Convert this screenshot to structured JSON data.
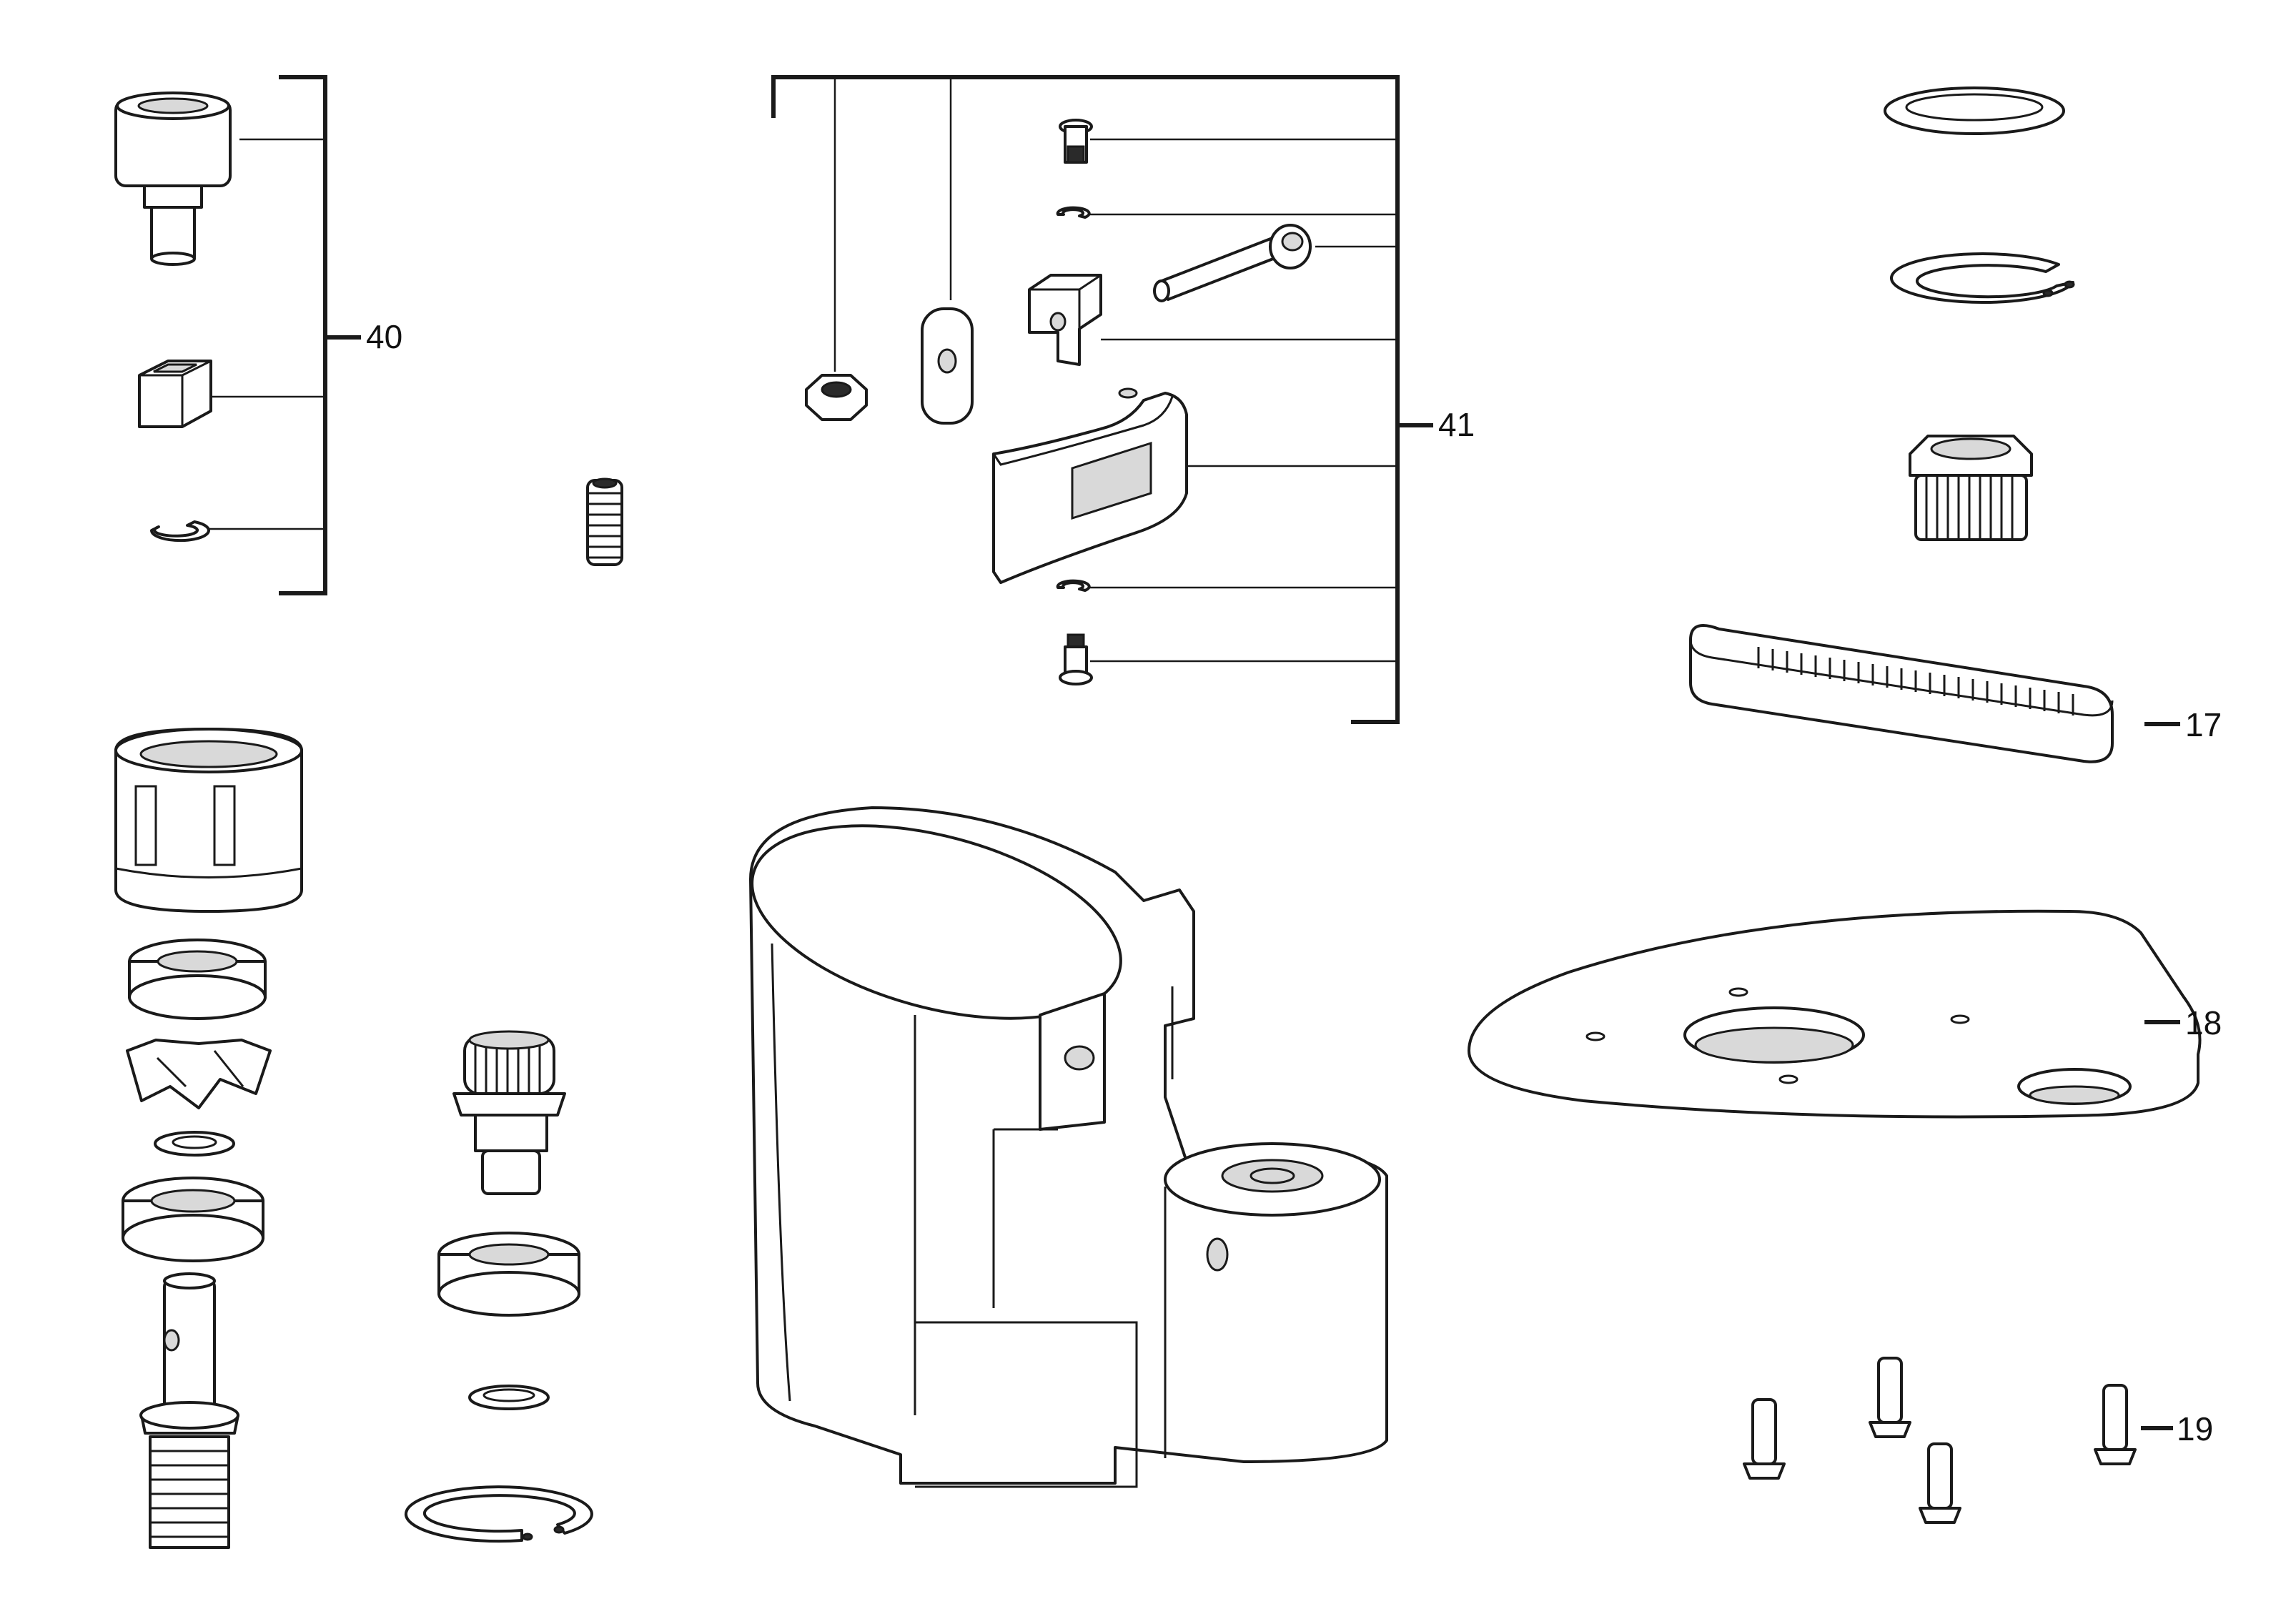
{
  "callouts": {
    "c40": "40",
    "c41": "41",
    "c17": "17",
    "c18": "18",
    "c19": "19"
  },
  "colors": {
    "line": "#1a1a1a",
    "background": "#ffffff",
    "shade": "#d9d9d9"
  }
}
